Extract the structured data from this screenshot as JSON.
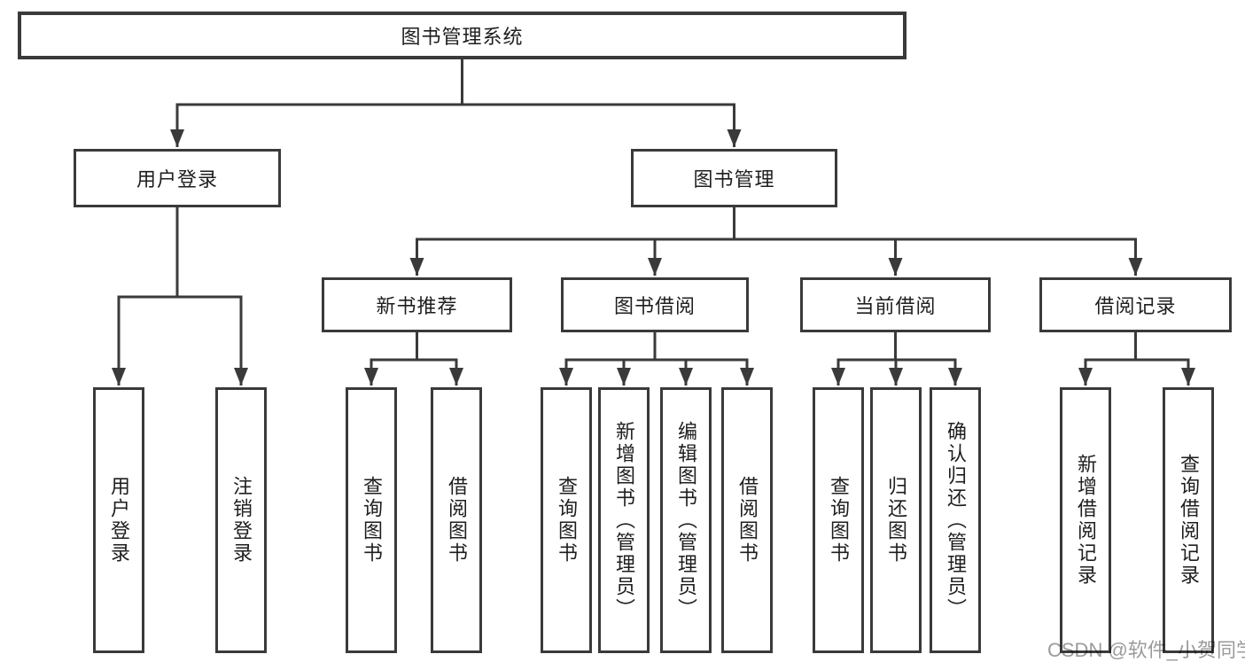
{
  "diagram": {
    "root": {
      "label": "图书管理系统"
    },
    "level2": [
      {
        "id": "user-login",
        "label": "用户登录"
      },
      {
        "id": "book-management",
        "label": "图书管理"
      }
    ],
    "level3": [
      {
        "id": "new-book-recommend",
        "label": "新书推荐"
      },
      {
        "id": "book-borrowing",
        "label": "图书借阅"
      },
      {
        "id": "current-borrowing",
        "label": "当前借阅"
      },
      {
        "id": "borrowing-records",
        "label": "借阅记录"
      }
    ],
    "leaves": [
      {
        "id": "user-login-action",
        "label": "用户登录"
      },
      {
        "id": "logout-action",
        "label": "注销登录"
      },
      {
        "id": "query-books-recommend",
        "label": "查询图书"
      },
      {
        "id": "borrow-books-recommend",
        "label": "借阅图书"
      },
      {
        "id": "query-books-borrowing",
        "label": "查询图书"
      },
      {
        "id": "add-book-admin",
        "label": "新增图书（管理员）"
      },
      {
        "id": "edit-book-admin",
        "label": "编辑图书（管理员）"
      },
      {
        "id": "borrow-books-borrowing",
        "label": "借阅图书"
      },
      {
        "id": "query-books-current",
        "label": "查询图书"
      },
      {
        "id": "return-books",
        "label": "归还图书"
      },
      {
        "id": "confirm-return-admin",
        "label": "确认归还（管理员）"
      },
      {
        "id": "add-borrow-record",
        "label": "新增借阅记录"
      },
      {
        "id": "query-borrow-record",
        "label": "查询借阅记录"
      }
    ]
  },
  "watermark": "CSDN @软件_小贺同学",
  "colors": {
    "line": "#3a3a3a",
    "text": "#1e1e1e",
    "watermark": "#9b9b9b",
    "background": "#ffffff"
  }
}
